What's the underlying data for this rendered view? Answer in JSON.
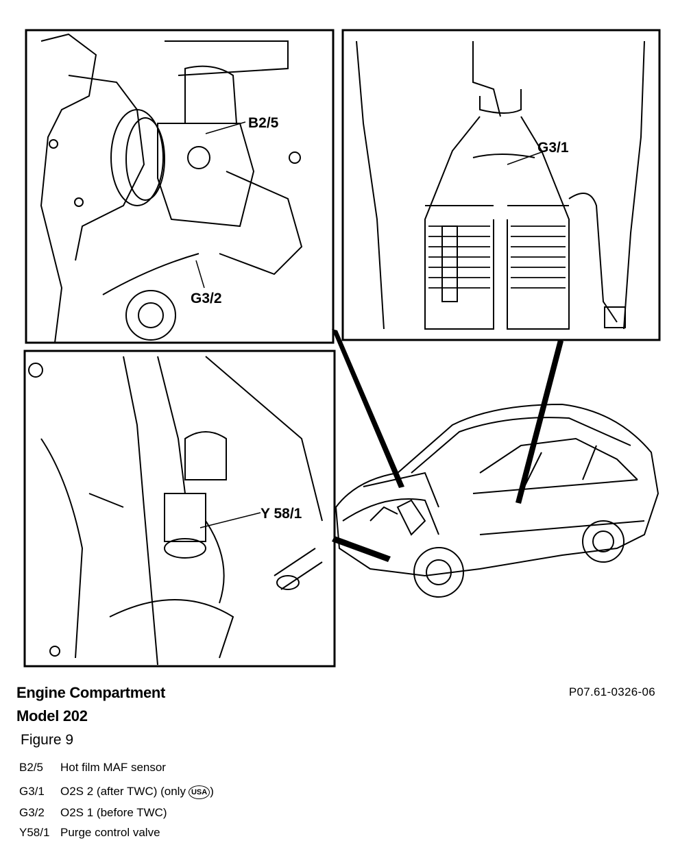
{
  "figure": {
    "callouts": {
      "b2_5": "B2/5",
      "g3_2": "G3/2",
      "g3_1": "G3/1",
      "y58_1": "Y 58/1"
    }
  },
  "caption": {
    "title_line1": "Engine Compartment",
    "title_line2": "Model 202",
    "figure_label": "Figure 9",
    "reference_code": "P07.61-0326-06"
  },
  "legend": [
    {
      "code": "B2/5",
      "description": "Hot film MAF sensor"
    },
    {
      "code": "G3/1",
      "description": "O2S 2 (after TWC) (only",
      "badge": "USA",
      "suffix": ")"
    },
    {
      "code": "G3/2",
      "description": "O2S 1 (before TWC)"
    },
    {
      "code": "Y58/1",
      "description": "Purge control valve"
    }
  ]
}
